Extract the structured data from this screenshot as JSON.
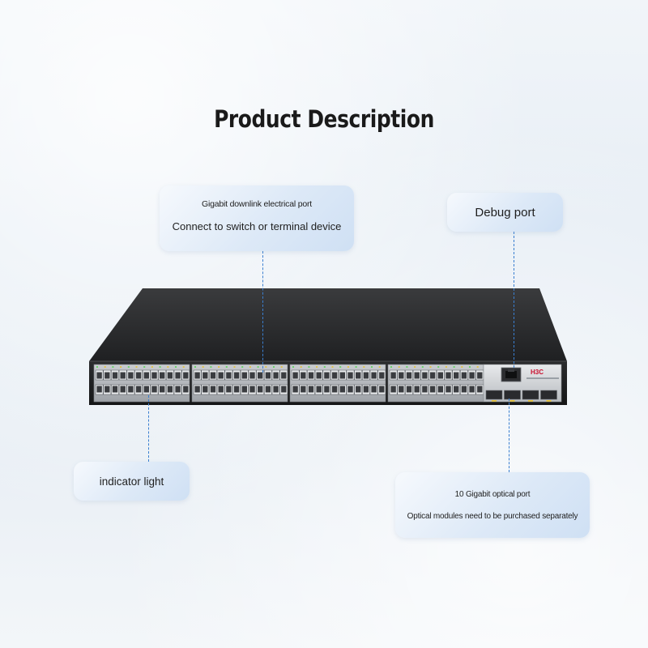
{
  "title": "Product Description",
  "callouts": {
    "gigabit_port": {
      "heading": "Gigabit downlink electrical port",
      "detail": "Connect to switch or terminal device"
    },
    "debug_port": {
      "heading": "Debug port"
    },
    "indicator_light": {
      "heading": "indicator light"
    },
    "ten_gigabit_port": {
      "heading": "10 Gigabit optical port",
      "detail": "Optical modules need to be purchased separately"
    }
  },
  "device": {
    "brand": "H3C",
    "port_groups": 4,
    "ports_per_row_per_group": 12,
    "sfp_slots": 4
  },
  "colors": {
    "leader": "#3a7fd0",
    "chassis": "#1c1d1f",
    "callout_bg": "#dde9f7"
  }
}
